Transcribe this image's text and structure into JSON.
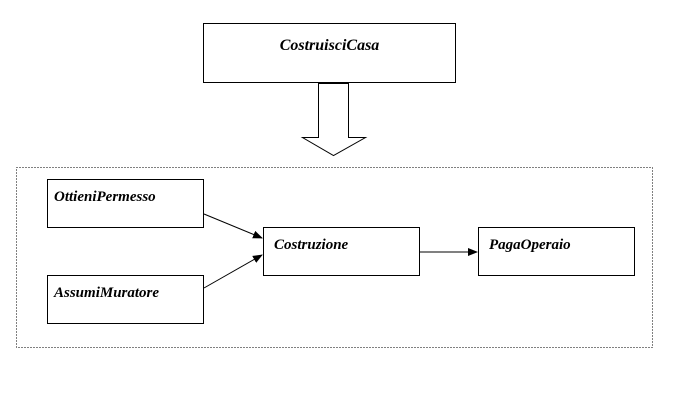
{
  "diagram": {
    "parent_task": "CostruisciCasa",
    "subtasks": {
      "ottieni_permesso": "OttieniPermesso",
      "assumi_muratore": "AssumiMuratore",
      "costruzione": "Costruzione",
      "paga_operaio": "PagaOperaio"
    },
    "edges": [
      {
        "from": "OttieniPermesso",
        "to": "Costruzione"
      },
      {
        "from": "AssumiMuratore",
        "to": "Costruzione"
      },
      {
        "from": "Costruzione",
        "to": "PagaOperaio"
      }
    ],
    "decomposition": {
      "from": "CostruisciCasa",
      "to": "group"
    },
    "colors": {
      "stroke": "#000000",
      "fill": "#ffffff"
    }
  }
}
